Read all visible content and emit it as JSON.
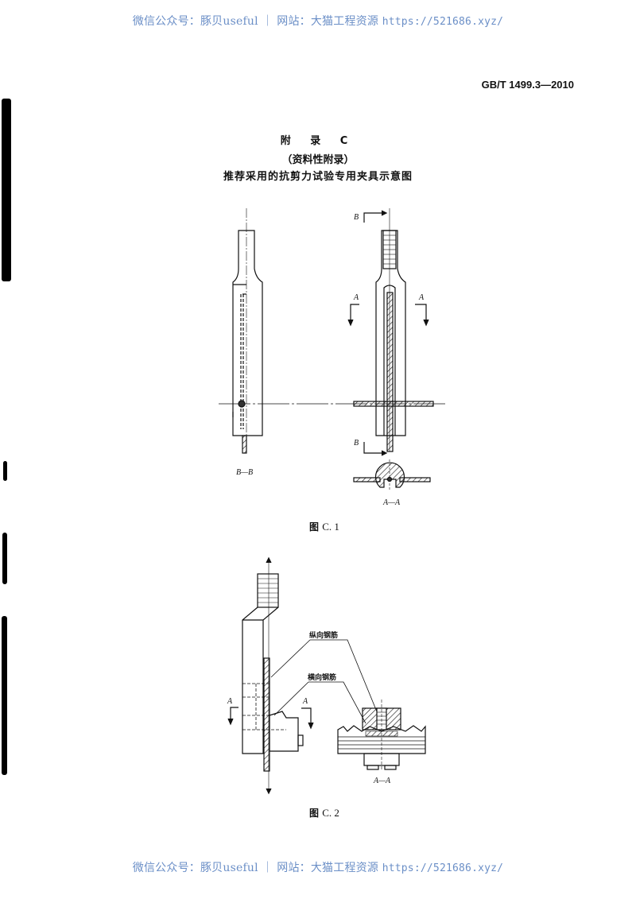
{
  "watermark": {
    "text_cn": "微信公众号：豚贝useful ｜ 网站：大猫工程资源 ",
    "url": "https://521686.xyz/",
    "color": "#6b8fc7"
  },
  "header": {
    "standard_code": "GB/T 1499.3—2010"
  },
  "appendix": {
    "title": "附 录 C",
    "subtitle": "（资料性附录）",
    "heading": "推荐采用的抗剪力试验专用夹具示意图"
  },
  "figure_c1": {
    "caption_prefix": "图",
    "caption_number": "C. 1",
    "labels": {
      "section_bb_left": "B—B",
      "section_b_top": "B",
      "section_b_bottom": "B",
      "section_a_left": "A",
      "section_a_right": "A",
      "section_aa": "A—A"
    }
  },
  "figure_c2": {
    "caption_prefix": "图",
    "caption_number": "C. 2",
    "labels": {
      "longitudinal_rebar": "纵向钢筋",
      "transverse_rebar": "横向钢筋",
      "section_a_left": "A",
      "section_a_right": "A",
      "section_aa": "A—A"
    }
  }
}
